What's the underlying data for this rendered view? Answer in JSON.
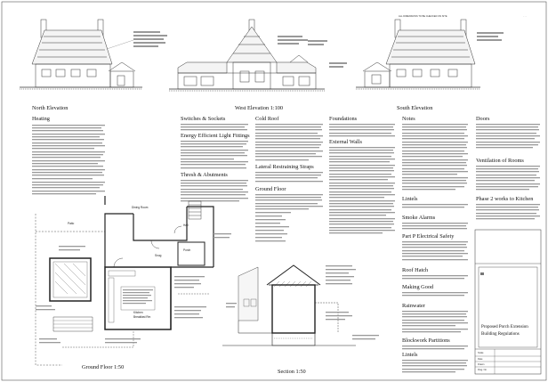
{
  "header": {
    "top_note": "ALL DIMENSIONS TO BE CHECKED ON SITE"
  },
  "elevations": {
    "north": "North Elevation",
    "west": "West Elevation 1:100",
    "south": "South Elevation"
  },
  "plans": {
    "ground_floor": "Ground Floor 1:50",
    "section": "Section 1:50"
  },
  "plan_labels": {
    "patio": "Patio",
    "dining_room": "Dining Room",
    "hall": "Hall",
    "snug": "Snug",
    "porch": "Porch",
    "kitchen": "Kitchen",
    "breakfast": "Breakfast Rm"
  },
  "spec_headings": {
    "col1": [
      "Heating"
    ],
    "col2": [
      "Switches & Sockets",
      "Energy Efficient Light Fittings",
      "Thresh & Abutments"
    ],
    "col3": [
      "Cold Roof",
      "Lateral Restraining Straps",
      "Ground Floor"
    ],
    "col4": [
      "Foundations",
      "External Walls"
    ],
    "col5": [
      "Notes",
      "Lintels",
      "Smoke Alarms",
      "Part P Electrical Safety",
      "Roof Hatch",
      "Making Good",
      "Rainwater",
      "Blockwork Partitions",
      "Lintels"
    ],
    "col6": [
      "Doors",
      "Ventilation of Rooms",
      "Phase 2 works to Kitchen"
    ]
  },
  "title_block": {
    "line1": "Proposed Porch Extension",
    "line2": "Building Regulations",
    "scale_label": "Scale",
    "date_label": "Date",
    "drawn_label": "Drawn",
    "dwg_label": "Dwg. No"
  }
}
